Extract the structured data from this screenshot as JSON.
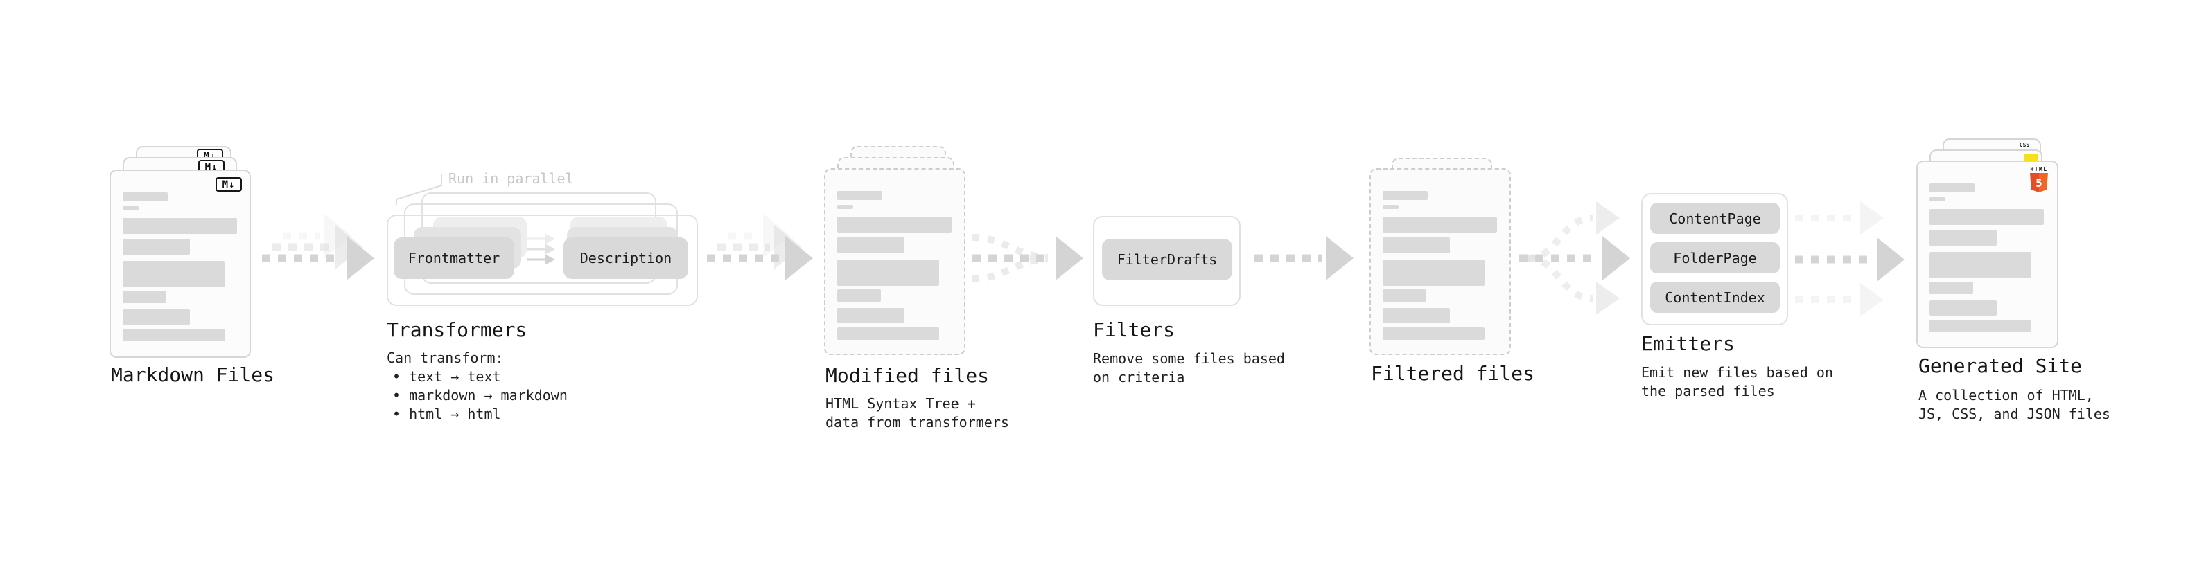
{
  "diagram": {
    "markdown_files": {
      "label": "Markdown Files",
      "file_icon": "M↓"
    },
    "transformers": {
      "annotation": "Run in parallel",
      "step1": "Frontmatter",
      "step2": "Description",
      "label": "Transformers",
      "caption_title": "Can transform:",
      "bullets": [
        "• text → text",
        "• markdown → markdown",
        "• html → html"
      ]
    },
    "modified_files": {
      "label": "Modified files",
      "caption": "HTML Syntax Tree +\ndata from transformers"
    },
    "filters": {
      "pill": "FilterDrafts",
      "label": "Filters",
      "caption": "Remove some files based\non criteria"
    },
    "filtered_files": {
      "label": "Filtered files"
    },
    "emitters": {
      "pills": [
        "ContentPage",
        "FolderPage",
        "ContentIndex"
      ],
      "label": "Emitters",
      "caption": "Emit new files based on\nthe parsed files"
    },
    "generated_site": {
      "label": "Generated Site",
      "caption": "A collection of HTML,\nJS, CSS, and JSON files",
      "badges": {
        "css_label": "CSS",
        "html_label": "HTML",
        "html_numeral": "5"
      }
    }
  },
  "colors": {
    "pill_gray": "#d9d9d9",
    "arrow_gray": "#d4d4d4",
    "annotation_gray": "#c7c7c7",
    "text": "#1a1a1a",
    "html5_orange": "#e44d26",
    "js_yellow": "#f7df1e",
    "css_blue": "#2d61e9"
  }
}
